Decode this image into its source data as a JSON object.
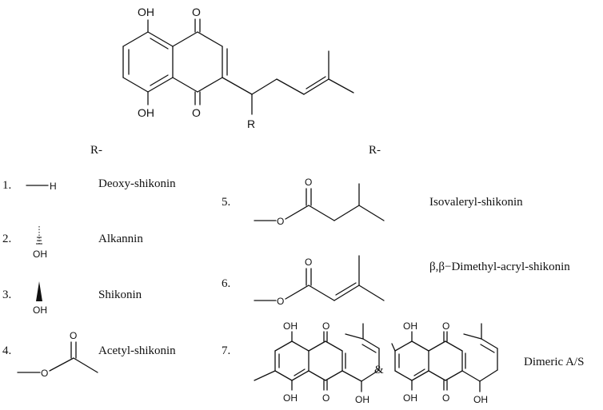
{
  "atoms": {
    "OH": "OH",
    "O": "O",
    "R": "R",
    "H": "H"
  },
  "headers": {
    "left": "R-",
    "right": "R-"
  },
  "compounds": [
    {
      "number": "1.",
      "name": "Deoxy-shikonin"
    },
    {
      "number": "2.",
      "name": "Alkannin"
    },
    {
      "number": "3.",
      "name": "Shikonin"
    },
    {
      "number": "4.",
      "name": "Acetyl-shikonin"
    },
    {
      "number": "5.",
      "name": "Isovaleryl-shikonin"
    },
    {
      "number": "6.",
      "name": "β,β−Dimethyl-acryl-shikonin"
    },
    {
      "number": "7.",
      "name": "Dimeric A/S"
    }
  ],
  "ampersand": "&"
}
